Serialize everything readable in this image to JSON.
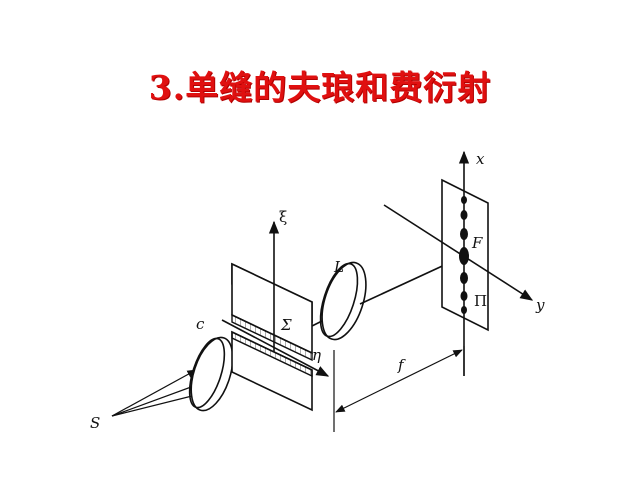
{
  "slide": {
    "title": "3.单缝的夫琅和费衍射"
  },
  "diagram": {
    "labels": {
      "source": "S",
      "collimator": "c",
      "slit_plane": "Σ",
      "xi_axis": "ξ",
      "eta_axis": "η",
      "lens": "L",
      "focal_length": "f",
      "screen_x_axis": "x",
      "screen_y_axis": "y",
      "focal_point": "F",
      "screen": "Π"
    },
    "colors": {
      "title": "#e01010",
      "lines": "#111111"
    }
  }
}
